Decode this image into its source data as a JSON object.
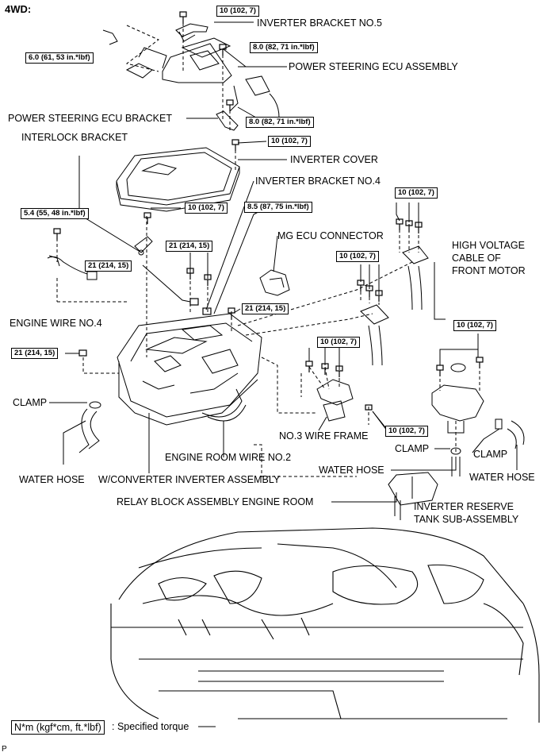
{
  "header": "4WD:",
  "footer_mark": "P",
  "legend": {
    "unit": "N*m (kgf*cm, ft.*lbf)",
    "text": ": Specified torque"
  },
  "labels": {
    "inverter_bracket_5": "INVERTER BRACKET NO.5",
    "ps_ecu_assembly": "POWER STEERING ECU ASSEMBLY",
    "ps_ecu_bracket": "POWER STEERING ECU BRACKET",
    "interlock_bracket": "INTERLOCK BRACKET",
    "inverter_cover": "INVERTER COVER",
    "inverter_bracket_4": "INVERTER BRACKET NO.4",
    "mg_ecu_connector": "MG ECU CONNECTOR",
    "hv_cable_1": "HIGH VOLTAGE",
    "hv_cable_2": "CABLE OF",
    "hv_cable_3": "FRONT MOTOR",
    "engine_wire_4": "ENGINE WIRE NO.4",
    "clamp_left": "CLAMP",
    "water_hose_left": "WATER HOSE",
    "wconverter": "W/CONVERTER INVERTER ASSEMBLY",
    "engine_room_wire_2": "ENGINE ROOM WIRE NO.2",
    "no3_wire_frame": "NO.3 WIRE FRAME",
    "clamp_mid": "CLAMP",
    "clamp_right": "CLAMP",
    "water_hose_mid": "WATER HOSE",
    "water_hose_right": "WATER HOSE",
    "relay_block": "RELAY BLOCK ASSEMBLY ENGINE ROOM",
    "reserve_tank_1": "INVERTER RESERVE",
    "reserve_tank_2": "TANK SUB-ASSEMBLY"
  },
  "torques": {
    "t1": "10 (102, 7)",
    "t2": "6.0 (61, 53 in.*lbf)",
    "t3": "8.0 (82, 71 in.*lbf)",
    "t4": "8.0 (82, 71 in.*lbf)",
    "t5": "10 (102, 7)",
    "t6": "10 (102, 7)",
    "t7": "5.4 (55, 48 in.*lbf)",
    "t8": "10 (102, 7)",
    "t9": "8.5 (87, 75 in.*lbf)",
    "t10": "21 (214, 15)",
    "t11": "21 (214, 15)",
    "t12": "10 (102, 7)",
    "t13": "21 (214, 15)",
    "t14": "21 (214, 15)",
    "t15": "10 (102, 7)",
    "t16": "10 (102, 7)",
    "t17": "10 (102, 7)"
  }
}
